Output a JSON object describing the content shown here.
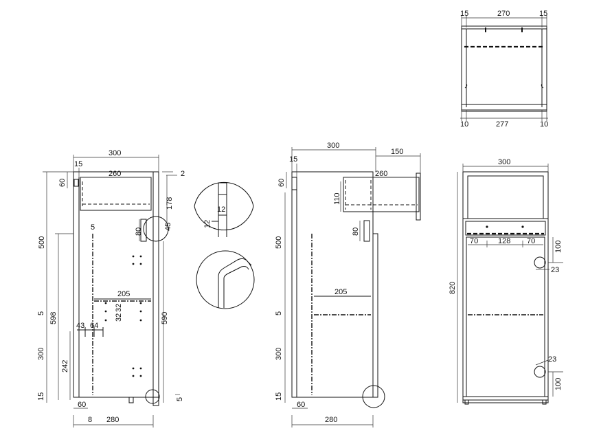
{
  "top_view": {
    "top_labels": [
      "15",
      "270",
      "15"
    ],
    "bottom_labels": [
      "10",
      "277",
      "10"
    ]
  },
  "view_left": {
    "overall_width": "300",
    "inset": "15",
    "drawer_width": "260",
    "small_gap": "2",
    "drawer_front_h": "60",
    "drawer_depth": "178",
    "rail_h": "80",
    "rail_offset": "45",
    "upper_h": "500",
    "gap_5": "5",
    "full_h": "598",
    "shelf_w": "205",
    "hole_a": "32",
    "hole_b": "32",
    "side_h": "590",
    "hinge_43": "43",
    "hinge_64": "64",
    "mid_5": "5",
    "lower_h": "300",
    "lower_242": "242",
    "plinth_15": "15",
    "base_60": "60",
    "base_5": "5",
    "bottom_8": "8",
    "bottom_280": "280"
  },
  "detail": {
    "joint_a": "12",
    "joint_b": "12"
  },
  "view_mid": {
    "overall_width": "300",
    "drawer_out": "150",
    "inset": "15",
    "drawer_width": "260",
    "drawer_front_h": "60",
    "drawer_h": "110",
    "rail_h": "80",
    "upper_h": "500",
    "mid_5": "5",
    "shelf_w": "205",
    "lower_h": "300",
    "plinth_15": "15",
    "base_60": "60",
    "bottom_280": "280"
  },
  "view_front": {
    "overall_width": "300",
    "full_h": "820",
    "hinge_l": "70",
    "hinge_c": "128",
    "hinge_r": "70",
    "hinge_top_100": "100",
    "hinge_top_23": "23",
    "hinge_bot_23": "23",
    "hinge_bot_100": "100"
  }
}
